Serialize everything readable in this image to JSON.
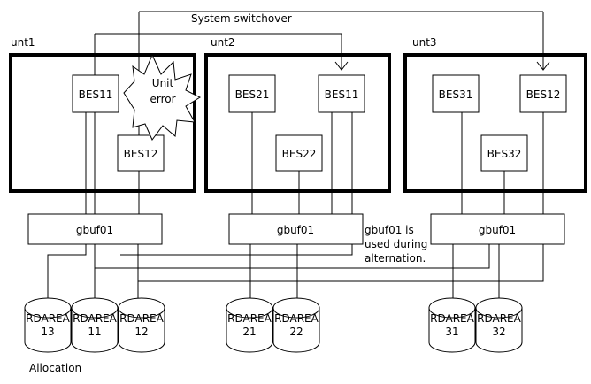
{
  "diagram": {
    "title_label": "System switchover",
    "allocation_label": "Allocation",
    "note_lines": [
      "gbuf01 is",
      "used during",
      "alternation."
    ],
    "units": [
      {
        "id": "unt1",
        "label": "unt1",
        "bes": [
          {
            "name": "BES11"
          },
          {
            "name": "BES12"
          }
        ],
        "gbuf": "gbuf01",
        "rdareas": [
          {
            "line1": "RDAREA",
            "line2": "13"
          },
          {
            "line1": "RDAREA",
            "line2": "11"
          },
          {
            "line1": "RDAREA",
            "line2": "12"
          }
        ]
      },
      {
        "id": "unt2",
        "label": "unt2",
        "bes": [
          {
            "name": "BES21"
          },
          {
            "name": "BES11"
          },
          {
            "name": "BES22"
          }
        ],
        "gbuf": "gbuf01",
        "rdareas": [
          {
            "line1": "RDAREA",
            "line2": "21"
          },
          {
            "line1": "RDAREA",
            "line2": "22"
          }
        ]
      },
      {
        "id": "unt3",
        "label": "unt3",
        "bes": [
          {
            "name": "BES31"
          },
          {
            "name": "BES12"
          },
          {
            "name": "BES32"
          }
        ],
        "gbuf": "gbuf01",
        "rdareas": [
          {
            "line1": "RDAREA",
            "line2": "31"
          },
          {
            "line1": "RDAREA",
            "line2": "32"
          }
        ]
      }
    ],
    "error_burst": {
      "line1": "Unit",
      "line2": "error"
    },
    "colors": {
      "stroke": "#000000",
      "fill": "#ffffff"
    }
  }
}
